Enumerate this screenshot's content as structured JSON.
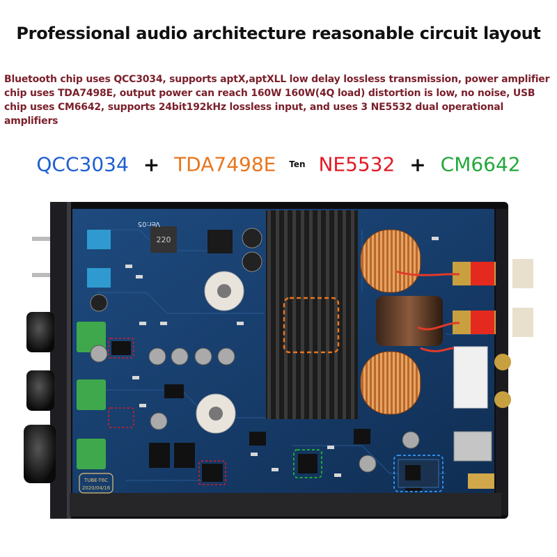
{
  "heading": "Professional audio architecture reasonable circuit layout",
  "description": "Bluetooth chip uses QCC3034, supports aptX,aptXLL low delay lossless transmission, power amplifier chip uses TDA7498E, output power can reach 160W 160W(4Q load) distortion is low, no noise, USB chip uses CM6642, supports 24bit192kHz lossless input, and uses 3 NE5532 dual operational amplifiers",
  "chips": {
    "c1": "QCC3034",
    "plus1": "+",
    "c2": "TDA7498E",
    "ten": "Ten",
    "c3": "NE5532",
    "plus2": "+",
    "c4": "CM6642"
  },
  "colors": {
    "qcc3034": "#1f5fd1",
    "tda7498e": "#e8761e",
    "ne5532": "#e01b24",
    "cm6642": "#22a83a",
    "pcb": "#173d6b"
  },
  "board_labels": {
    "ver": "Ver:05",
    "inductor": "220",
    "model": "TUBE-T6C",
    "date": "2020/04/16"
  }
}
